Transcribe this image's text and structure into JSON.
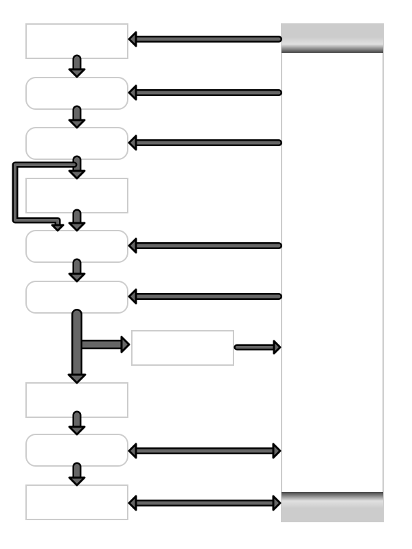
{
  "colors": {
    "arrow_fill": "#666666",
    "arrow_outline": "#000000",
    "box_border": "#cccccc",
    "panel_band": "#cccccc"
  },
  "nodes": [
    {
      "shape": "rect",
      "text": ""
    },
    {
      "shape": "rounded",
      "text": ""
    },
    {
      "shape": "rounded",
      "text": ""
    },
    {
      "shape": "rect",
      "text": ""
    },
    {
      "shape": "rounded",
      "text": ""
    },
    {
      "shape": "rounded",
      "text": ""
    },
    {
      "shape": "rect",
      "text": ""
    },
    {
      "shape": "rect",
      "text": ""
    },
    {
      "shape": "rounded",
      "text": ""
    },
    {
      "shape": "rect",
      "text": ""
    }
  ]
}
